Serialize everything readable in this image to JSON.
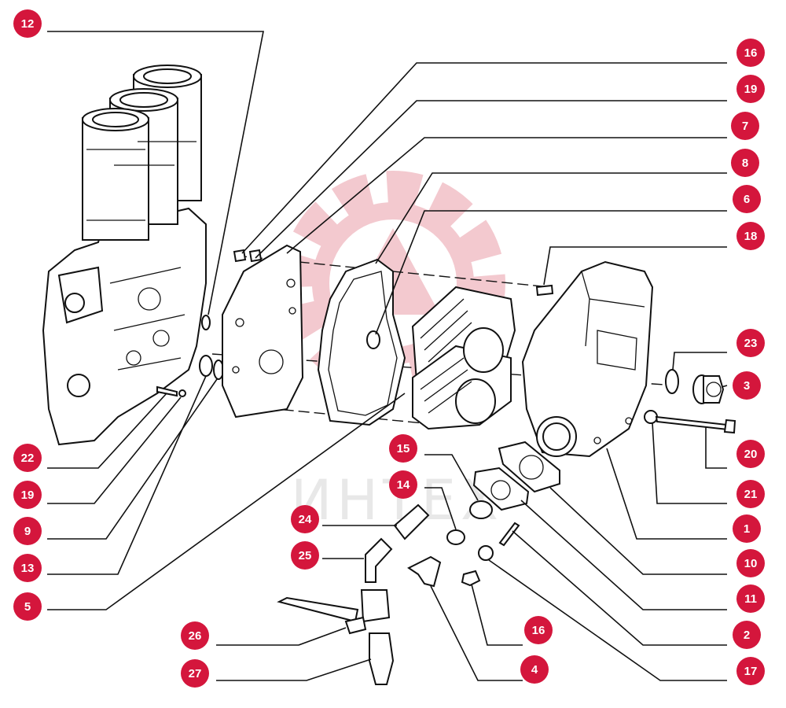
{
  "diagram": {
    "watermark": "ИНТЕХ",
    "colors": {
      "callout": "#d4163c",
      "callout_text": "#ffffff",
      "line": "#111111",
      "watermark_gear": "#f3c9cf",
      "watermark_text": "#e8e8e8"
    },
    "callouts": [
      {
        "id": "12",
        "label": "12"
      },
      {
        "id": "16a",
        "label": "16"
      },
      {
        "id": "19a",
        "label": "19"
      },
      {
        "id": "7",
        "label": "7"
      },
      {
        "id": "8",
        "label": "8"
      },
      {
        "id": "6",
        "label": "6"
      },
      {
        "id": "18",
        "label": "18"
      },
      {
        "id": "23",
        "label": "23"
      },
      {
        "id": "3",
        "label": "3"
      },
      {
        "id": "20",
        "label": "20"
      },
      {
        "id": "21",
        "label": "21"
      },
      {
        "id": "1",
        "label": "1"
      },
      {
        "id": "10",
        "label": "10"
      },
      {
        "id": "11",
        "label": "11"
      },
      {
        "id": "2",
        "label": "2"
      },
      {
        "id": "17",
        "label": "17"
      },
      {
        "id": "16b",
        "label": "16"
      },
      {
        "id": "4",
        "label": "4"
      },
      {
        "id": "15",
        "label": "15"
      },
      {
        "id": "14",
        "label": "14"
      },
      {
        "id": "24",
        "label": "24"
      },
      {
        "id": "25",
        "label": "25"
      },
      {
        "id": "26",
        "label": "26"
      },
      {
        "id": "27",
        "label": "27"
      },
      {
        "id": "22",
        "label": "22"
      },
      {
        "id": "19b",
        "label": "19"
      },
      {
        "id": "9",
        "label": "9"
      },
      {
        "id": "13",
        "label": "13"
      },
      {
        "id": "5",
        "label": "5"
      }
    ]
  }
}
